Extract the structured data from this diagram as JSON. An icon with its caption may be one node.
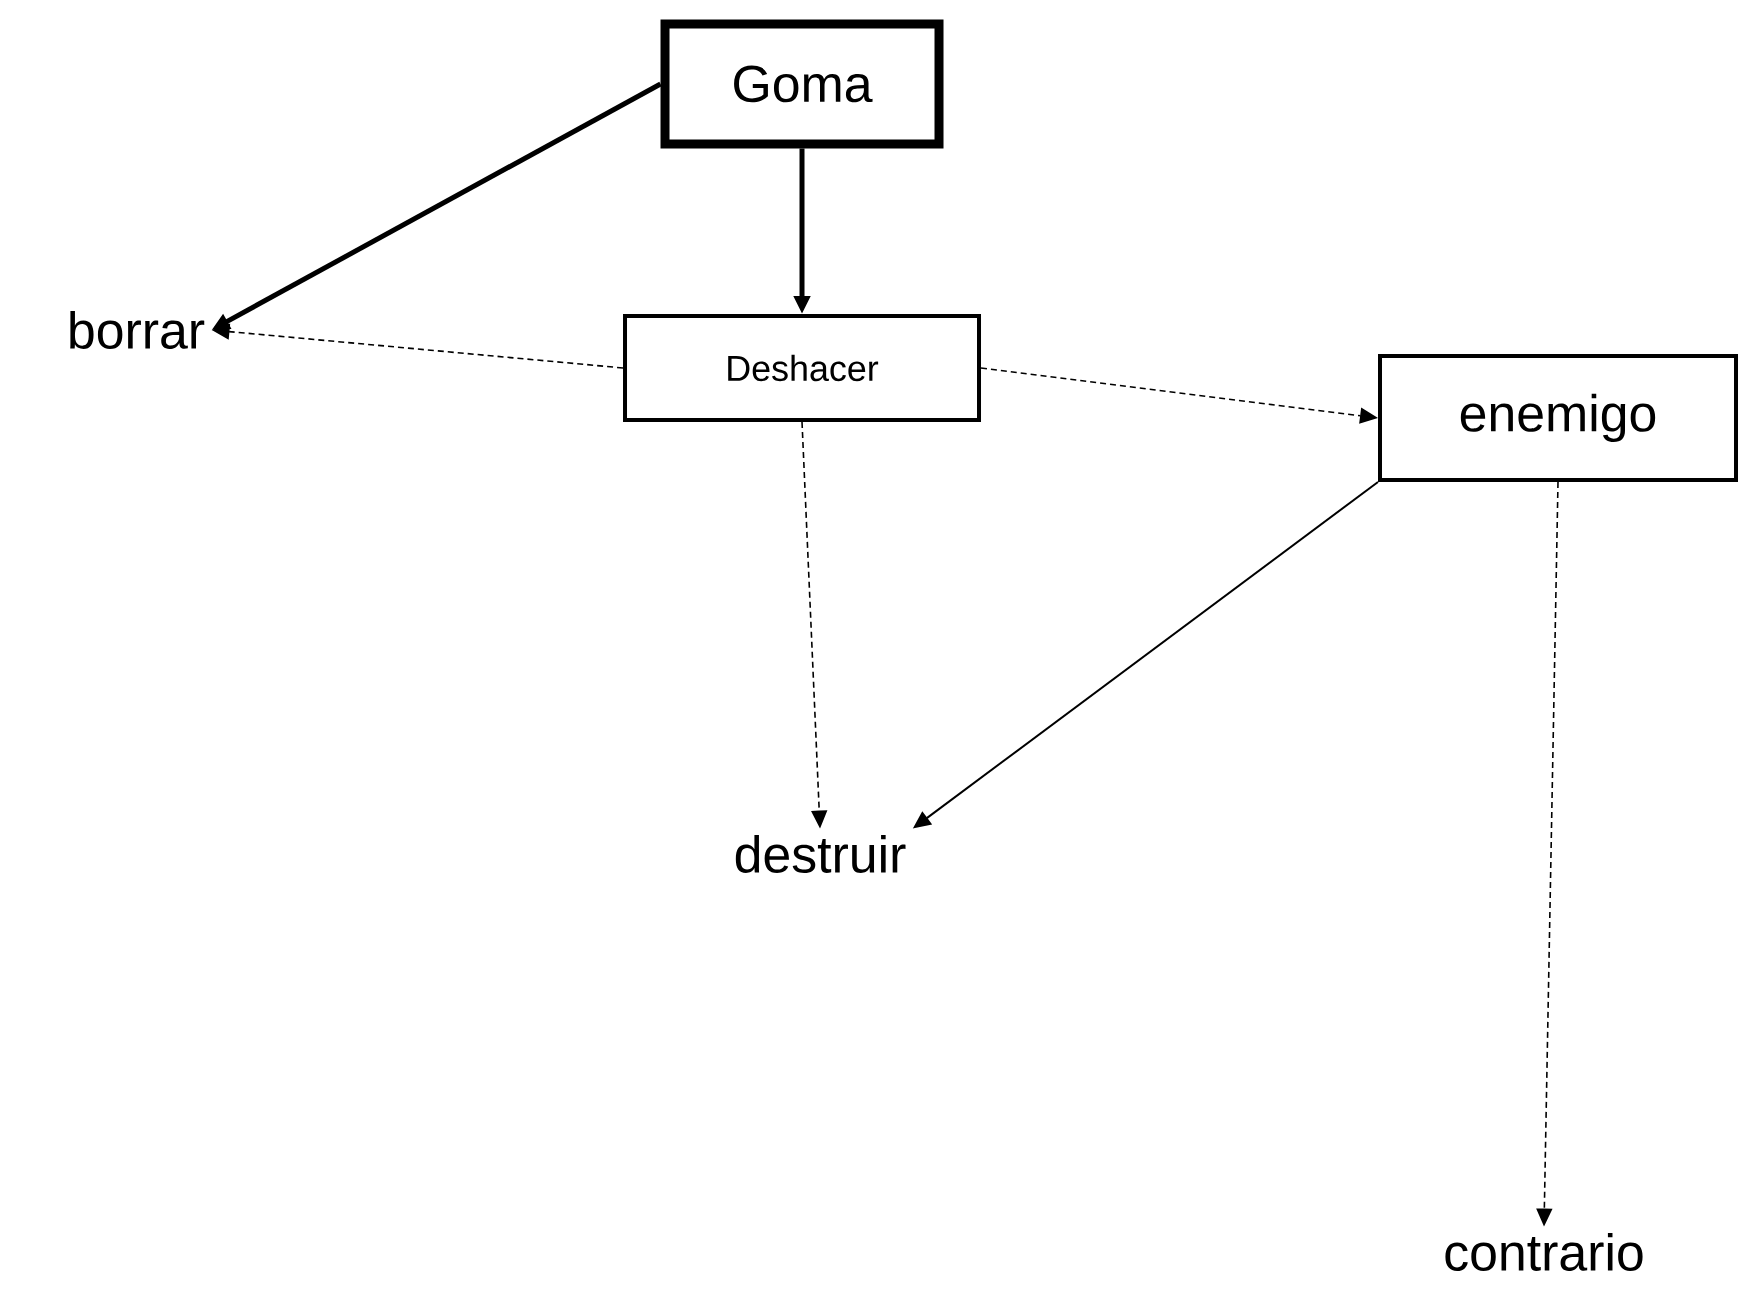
{
  "diagram": {
    "nodes": [
      {
        "text": [
          "Goma"
        ]
      },
      {
        "text": [
          "borrar"
        ]
      },
      {
        "text": [
          "Deshacer"
        ]
      },
      {
        "text": [
          "enemigo"
        ]
      },
      {
        "text": [
          "destruir"
        ]
      },
      {
        "text": [
          "contrario"
        ]
      }
    ],
    "edges": [
      {
        "from": 0,
        "to": 1,
        "arrow": "to",
        "style": "thick"
      },
      {
        "from": 0,
        "to": 2,
        "arrow": "to",
        "style": "thick"
      },
      {
        "from": 2,
        "to": 1,
        "arrow": "to",
        "style": "dashed"
      },
      {
        "from": 2,
        "to": 3,
        "arrow": "to",
        "style": "dashed"
      },
      {
        "from": 2,
        "to": 4,
        "arrow": "to",
        "style": "dashed"
      },
      {
        "from": 3,
        "to": 4,
        "arrow": "to"
      },
      {
        "from": 3,
        "to": 5,
        "arrow": "to",
        "style": "dashed"
      }
    ]
  }
}
